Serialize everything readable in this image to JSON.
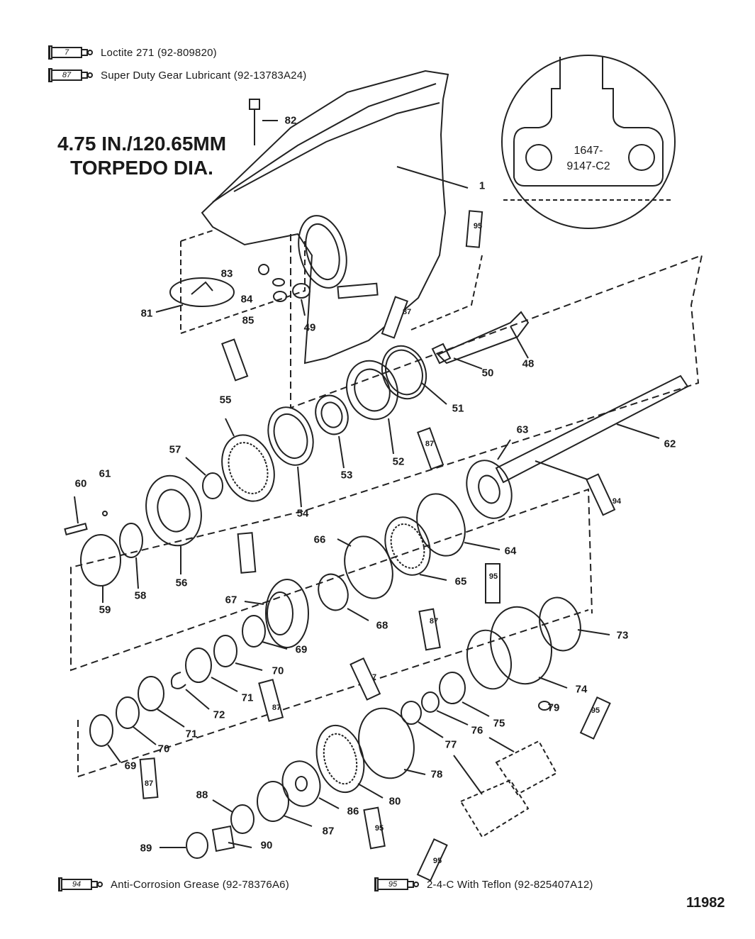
{
  "legend": [
    {
      "code": "7",
      "text": "Loctite 271 (92-809820)"
    },
    {
      "code": "87",
      "text": "Super Duty Gear Lubricant (92-13783A24)"
    },
    {
      "code": "94",
      "text": "Anti-Corrosion Grease (92-78376A6)"
    },
    {
      "code": "95",
      "text": "2-4-C With Teflon (92-825407A12)"
    }
  ],
  "title": {
    "line1": "4.75 IN./120.65MM",
    "line2": "TORPEDO DIA."
  },
  "inset": {
    "line1": "1647-",
    "line2": "9147-C2"
  },
  "drawing_number": "11982",
  "callouts": [
    "1",
    "82",
    "83",
    "84",
    "85",
    "81",
    "49",
    "95",
    "87",
    "48",
    "50",
    "51",
    "52",
    "53",
    "55",
    "57",
    "54",
    "61",
    "60",
    "62",
    "63",
    "87",
    "94",
    "58",
    "56",
    "59",
    "66",
    "65",
    "64",
    "95",
    "67",
    "68",
    "69",
    "73",
    "87",
    "70",
    "71",
    "72",
    "71",
    "7",
    "87",
    "74",
    "79",
    "75",
    "76",
    "77",
    "78",
    "69",
    "70",
    "87",
    "95",
    "80",
    "88",
    "86",
    "87",
    "89",
    "90",
    "95",
    "95"
  ]
}
